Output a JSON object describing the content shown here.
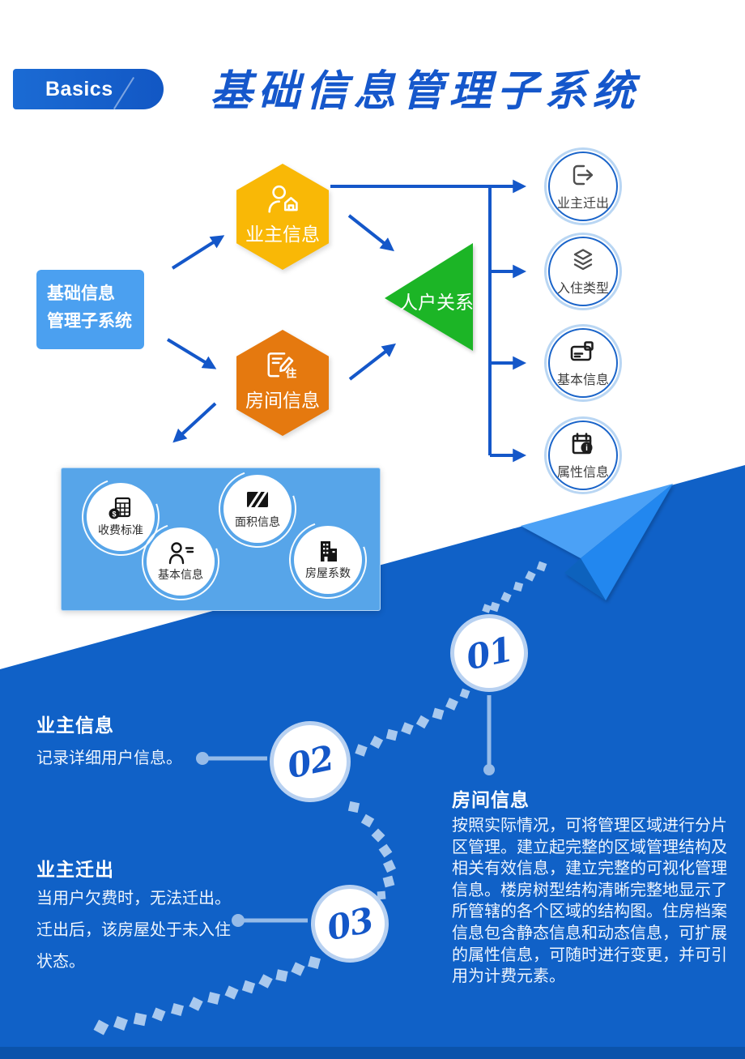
{
  "header": {
    "badge": "Basics",
    "title": "基础信息管理子系统"
  },
  "root_box": {
    "line1": "基础信息",
    "line2": "管理子系统"
  },
  "hexagons": [
    {
      "label": "业主信息",
      "icon": "owner-house-icon"
    },
    {
      "label": "房间信息",
      "icon": "room-edit-icon",
      "icon_char": "住"
    }
  ],
  "triangle": {
    "label": "人户关系"
  },
  "outputs": [
    {
      "label": "业主迁出",
      "icon": "logout-icon"
    },
    {
      "label": "入住类型",
      "icon": "layers-icon"
    },
    {
      "label": "基本信息",
      "icon": "card-icon"
    },
    {
      "label": "属性信息",
      "icon": "clipboard-info-icon"
    }
  ],
  "submodules": [
    {
      "label": "收费标准",
      "icon": "calculator-coin-icon"
    },
    {
      "label": "面积信息",
      "icon": "area-icon"
    },
    {
      "label": "基本信息",
      "icon": "person-list-icon"
    },
    {
      "label": "房屋系数",
      "icon": "building-icon"
    }
  ],
  "steps": [
    {
      "num": "01",
      "title": "房间信息",
      "body": "按照实际情况，可将管理区域进行分片区管理。建立起完整的区域管理结构及相关有效信息，建立完整的可视化管理信息。楼房树型结构清晰完整地显示了所管辖的各个区域的结构图。住房档案信息包含静态信息和动态信息，可扩展的属性信息，可随时进行变更，并可引用为计费元素。"
    },
    {
      "num": "02",
      "title": "业主信息",
      "body": "记录详细用户信息。"
    },
    {
      "num": "03",
      "title": "业主迁出",
      "body": "当用户欠费时，无法迁出。迁出后，该房屋处于未入住状态。"
    }
  ],
  "colors": {
    "background_blue": "#1061c7",
    "footer_blue": "#0b53ab",
    "accent_blue": "#1457c9",
    "light_box_blue": "#57a5e9",
    "root_box_blue": "#4ba0f0",
    "hex_yellow": "#f9b806",
    "hex_orange": "#e5790f",
    "triangle_green": "#1db528",
    "title_blue": "#1557cb"
  }
}
